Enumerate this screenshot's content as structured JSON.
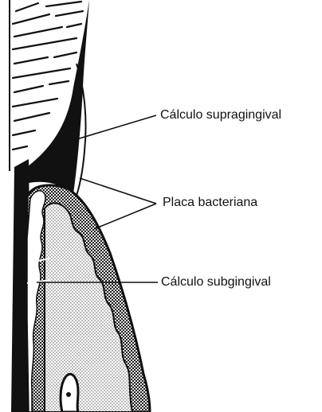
{
  "labels": {
    "supragingival_calculus": "Cálculo supragingival",
    "bacterial_plaque": "Placa bacteriana",
    "subgingival_calculus": "Cálculo subgingival"
  },
  "colors": {
    "ink": "#111111",
    "background": "#ffffff",
    "gum_stipple": "#3a3a3a",
    "bone_stipple": "#bdbdbd"
  }
}
